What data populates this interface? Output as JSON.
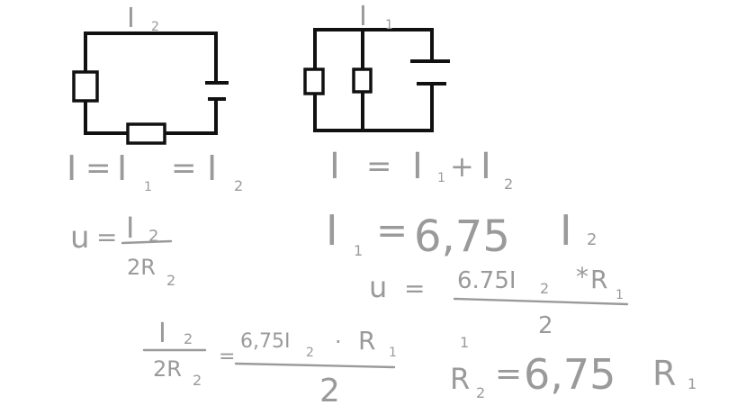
{
  "colors": {
    "ink": "#111111",
    "pencil": "#9a9a9a",
    "background": "#ffffff"
  },
  "circuit_series": {
    "current_label_main": "I",
    "current_label_sub": "2"
  },
  "circuit_parallel": {
    "current_label_main": "I",
    "current_label_sub": "1"
  },
  "equations": {
    "series_current": {
      "a": "I",
      "eq1": "=",
      "b": "I",
      "b_sub": "1",
      "eq2": "=",
      "c": "I",
      "c_sub": "2"
    },
    "series_u": {
      "lhs": "u",
      "eq": "=",
      "num": "I",
      "num_sub": "2",
      "den": "2R",
      "den_sub": "2"
    },
    "parallel_current": {
      "a": "I",
      "eq": "=",
      "b": "I",
      "b_sub": "1",
      "plus": "+",
      "c": "I",
      "c_sub": "2"
    },
    "i1_relation": {
      "a": "I",
      "a_sub": "1",
      "eq": "=",
      "coef": "6,75",
      "b": "I",
      "b_sub": "2"
    },
    "parallel_u": {
      "lhs": "u",
      "eq": "=",
      "num": "6.75I",
      "num_sub": "2",
      "times": "*",
      "r": "R",
      "r_sub": "1",
      "den": "2"
    },
    "bottom_left": {
      "num": "I",
      "num_sub": "2",
      "den": "2R",
      "den_sub": "2",
      "eq": "=",
      "rnum": "6,75I",
      "rnum_sub": "2",
      "dot": "·",
      "rr": "R",
      "rr_sub": "1",
      "rden": "2"
    },
    "bottom_right": {
      "sup": "1",
      "lhs": "R",
      "lhs_sub": "2",
      "eq": "=",
      "coef": "6,75",
      "r": "R",
      "r_sub": "1"
    }
  }
}
